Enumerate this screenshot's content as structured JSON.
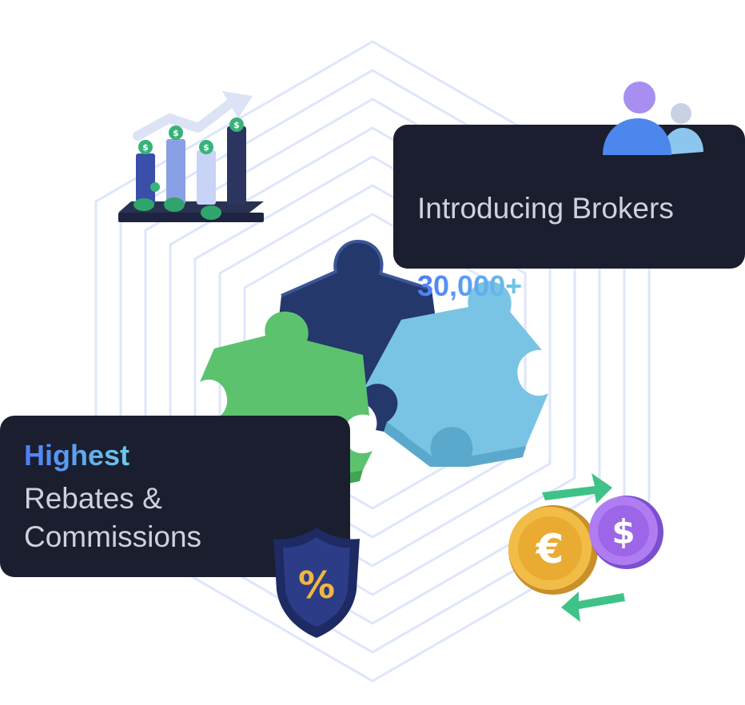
{
  "stats": {
    "brokers_count": "30,000+",
    "brokers_label": "Introducing Brokers",
    "rebates_head": "Highest",
    "rebates_line1": "Rebates &",
    "rebates_line2": "Commissions"
  },
  "icons": {
    "chart": "growth-chart-icon",
    "users": "users-icon",
    "puzzle": "puzzle-icon",
    "shield": "shield-percent-icon",
    "coins": "currency-exchange-icon"
  },
  "glyphs": {
    "dollar": "$",
    "euro": "€",
    "percent": "%"
  },
  "colors": {
    "card_bg": "#1b1e2e",
    "accent_start": "#4d7cf6",
    "accent_end": "#6fc9e8",
    "ring": "#dde6fb",
    "puzzle_green": "#5cc26e",
    "puzzle_navy": "#24386b",
    "puzzle_sky": "#79c4e4"
  }
}
